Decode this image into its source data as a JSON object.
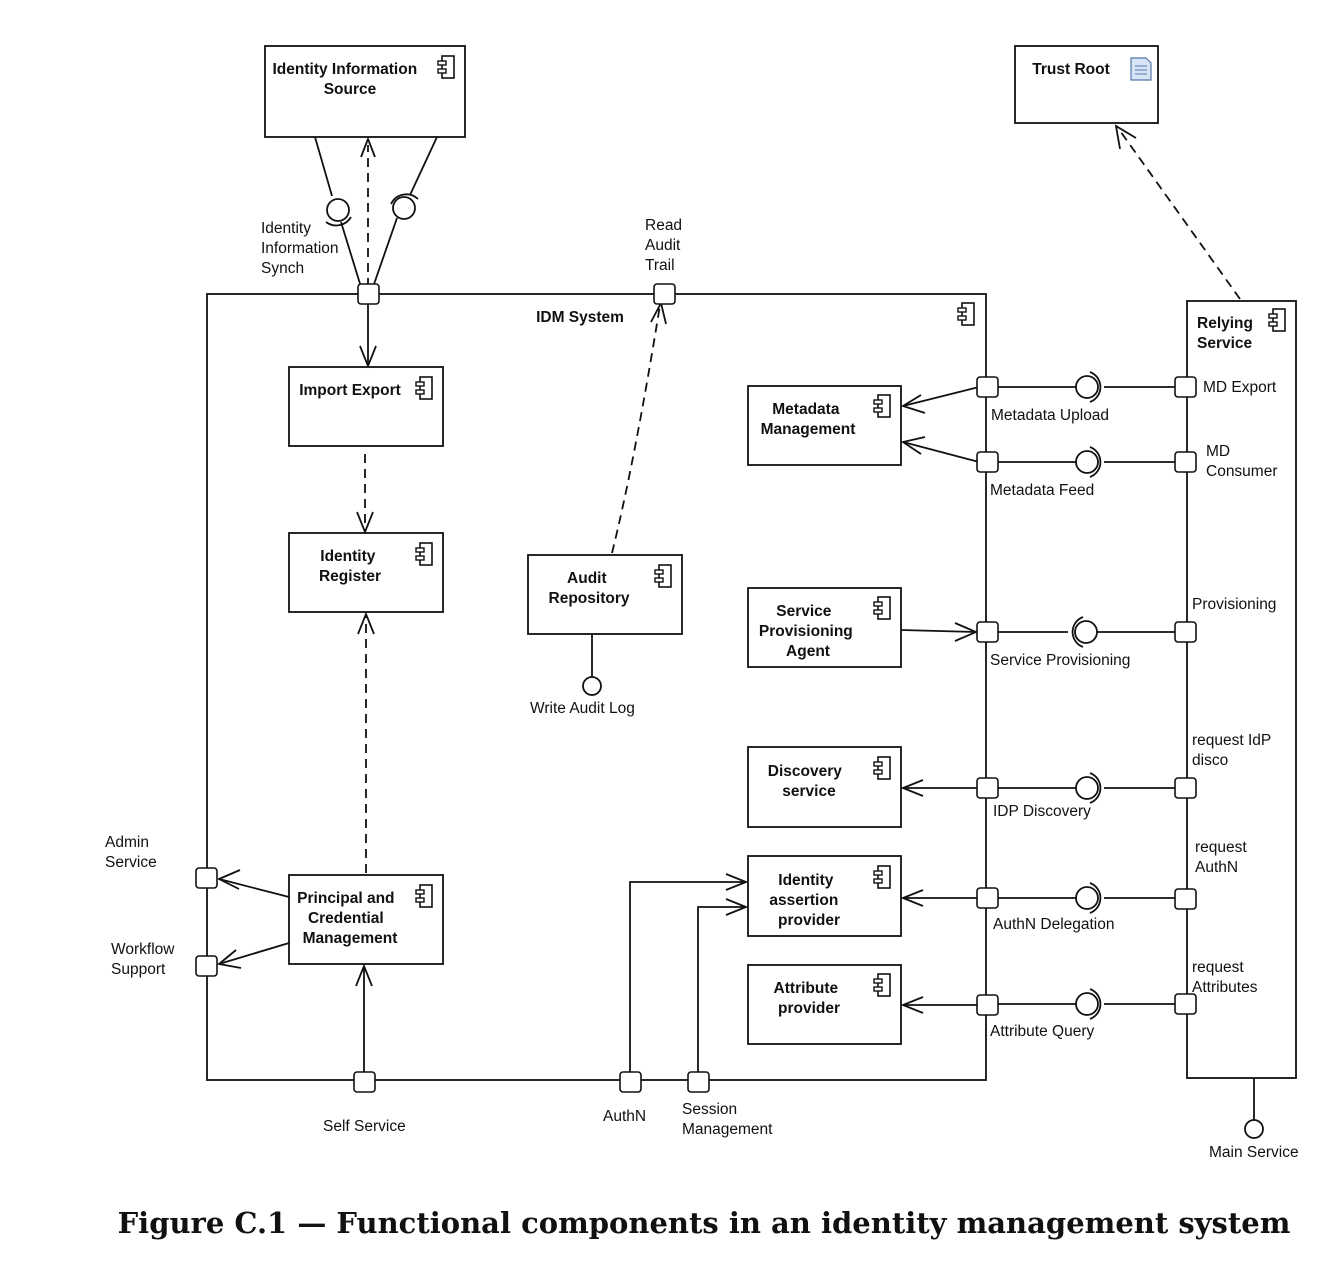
{
  "components": {
    "identity_information_source": [
      "Identity Information",
      "Source"
    ],
    "trust_root": [
      "Trust Root"
    ],
    "idm_system": [
      "IDM System"
    ],
    "import_export": [
      "Import Export"
    ],
    "identity_register": [
      "Identity",
      "Register"
    ],
    "audit_repository": [
      "Audit",
      "Repository"
    ],
    "principal_credential": [
      "Principal and",
      "Credential",
      "Management"
    ],
    "metadata_management": [
      "Metadata",
      "Management"
    ],
    "service_provisioning_agent": [
      "Service",
      "Provisioning",
      "Agent"
    ],
    "discovery_service": [
      "Discovery",
      "service"
    ],
    "identity_assertion_provider": [
      "Identity",
      "assertion",
      "provider"
    ],
    "attribute_provider": [
      "Attribute",
      "provider"
    ],
    "relying_service": [
      "Relying",
      "Service"
    ]
  },
  "ports": {
    "identity_information_synch": [
      "Identity",
      "Information",
      "Synch"
    ],
    "read_audit_trail": [
      "Read",
      "Audit",
      "Trail"
    ],
    "write_audit_log": [
      "Write Audit Log"
    ],
    "admin_service": [
      "Admin",
      "Service"
    ],
    "workflow_support": [
      "Workflow",
      "Support"
    ],
    "self_service": [
      "Self Service"
    ],
    "authn": [
      "AuthN"
    ],
    "session_management": [
      "Session",
      "Management"
    ],
    "metadata_upload": [
      "Metadata Upload"
    ],
    "metadata_feed": [
      "Metadata Feed"
    ],
    "service_provisioning": [
      "Service Provisioning"
    ],
    "idp_discovery": [
      "IDP Discovery"
    ],
    "authn_delegation": [
      "AuthN Delegation"
    ],
    "attribute_query": [
      "Attribute Query"
    ],
    "md_export": [
      "MD Export"
    ],
    "md_consumer": [
      "MD",
      "Consumer"
    ],
    "provisioning": [
      "Provisioning"
    ],
    "request_idp_disco": [
      "request IdP",
      "disco"
    ],
    "request_authn": [
      "request",
      "AuthN"
    ],
    "request_attributes": [
      "request",
      "Attributes"
    ],
    "main_service": [
      "Main Service"
    ]
  },
  "caption": "Figure C.1 — Functional components in an identity management system"
}
